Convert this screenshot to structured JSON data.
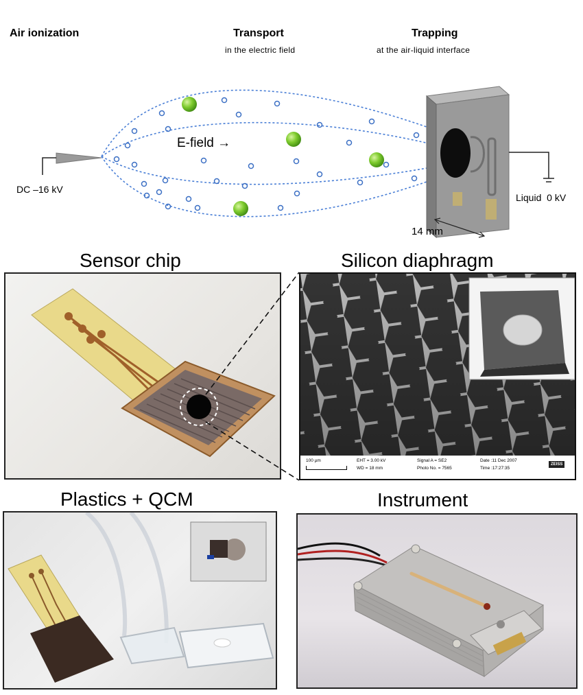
{
  "schematic": {
    "stage1": "Air ionization",
    "stage2": "Transport",
    "stage2_sub": "in the electric field",
    "stage3": "Trapping",
    "stage3_sub": "at the air-liquid interface",
    "efield": "E-field →",
    "dc_voltage": "DC –16 kV",
    "liquid_voltage": "Liquid  0 kV",
    "dimension": "14 mm"
  },
  "photos": {
    "sensor_chip": "Sensor chip",
    "silicon_diaphragm": "Silicon diaphragm",
    "plastics_qcm": "Plastics + QCM",
    "instrument": "Instrument"
  },
  "sem_databar": {
    "scale": "100 µm",
    "eht": "EHT = 3.00 kV",
    "wd": "WD = 18 mm",
    "signal": "Signal A = SE2",
    "photo": "Photo No. = 7565",
    "date": "Date :11 Dec 2007",
    "time": "Time :17:27:35",
    "logo": "ZEISS"
  },
  "colors": {
    "field_line": "#4a7fd6",
    "ion": "#3b6fc4",
    "particle": "#7ecb2e",
    "chip_gold": "#b07a3a",
    "device_gray": "#8e8e8e"
  }
}
